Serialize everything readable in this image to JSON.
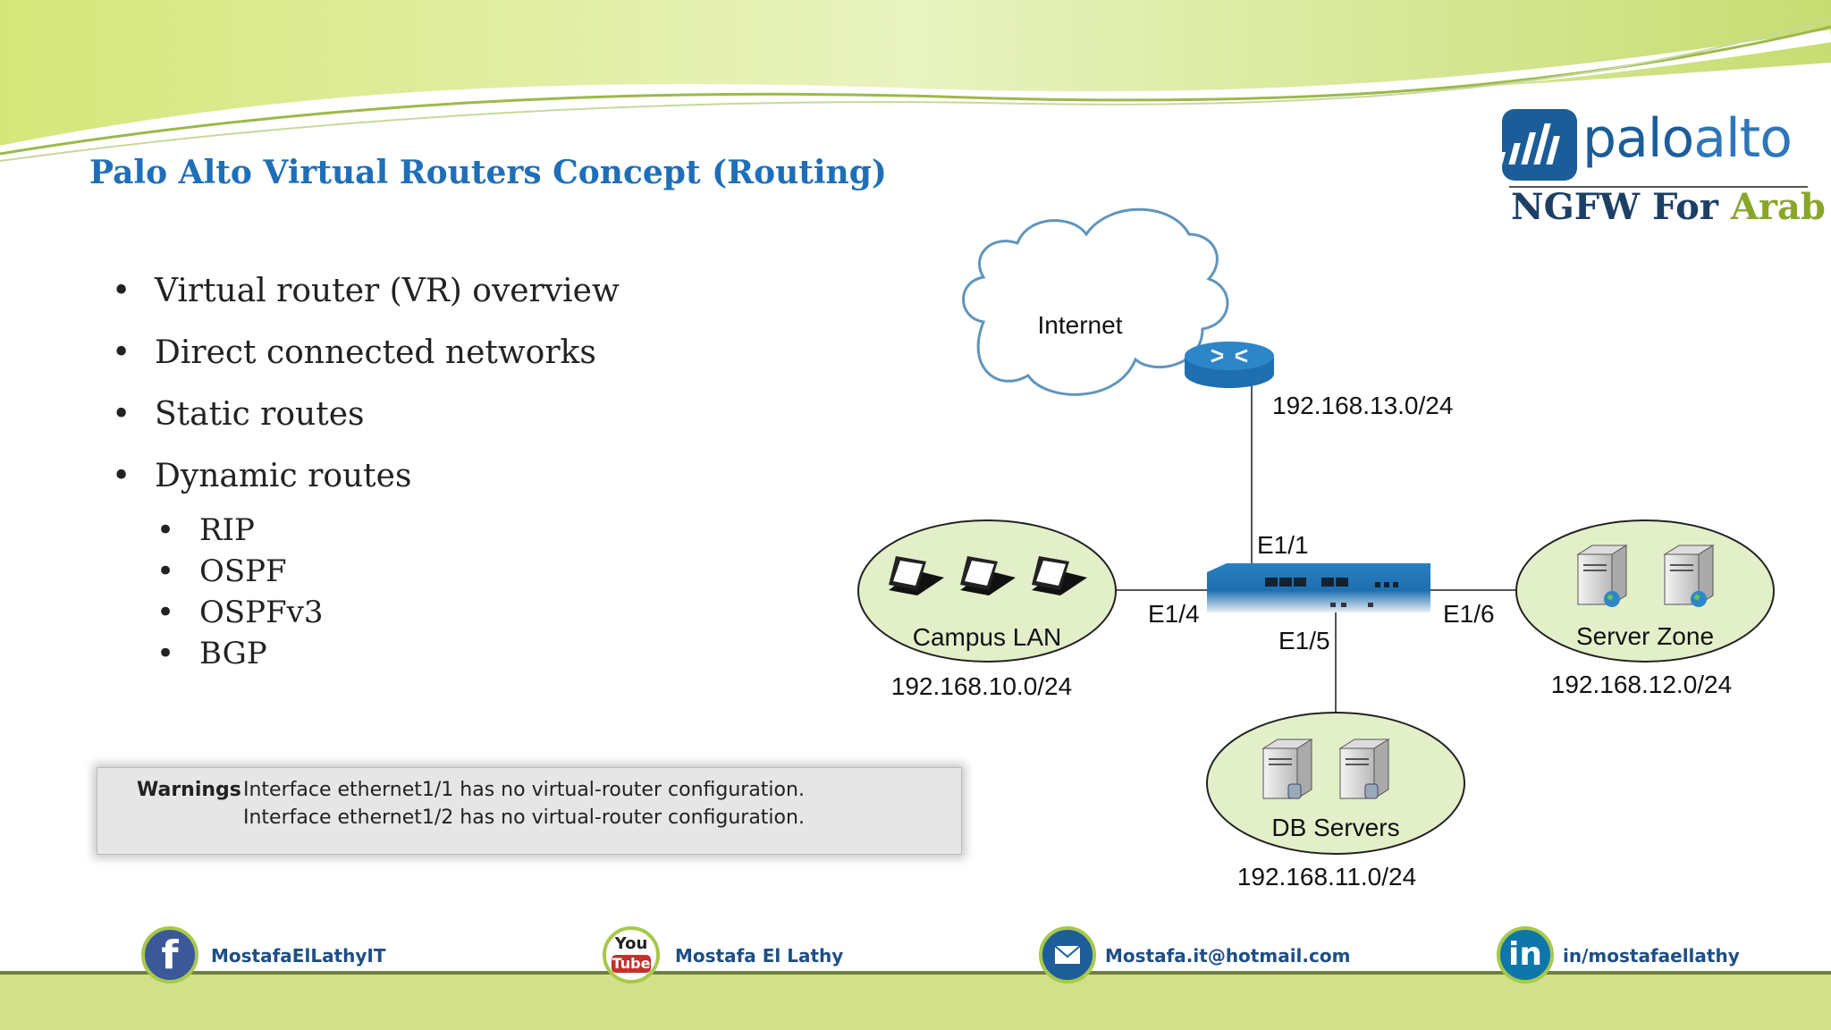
{
  "title": "Palo Alto Virtual Routers Concept (Routing)",
  "logo": {
    "brand_part1": "palo",
    "brand_part2": "alto",
    "sub_part1": "NGFW For ",
    "sub_part2": "Arab"
  },
  "bullets": [
    "Virtual router (VR) overview",
    "Direct connected networks",
    "Static routes",
    "Dynamic routes"
  ],
  "sub_bullets": [
    "RIP",
    "OSPF",
    "OSPFv3",
    "BGP"
  ],
  "warning": {
    "label": "Warnings",
    "messages": [
      "Interface ethernet1/1 has no virtual-router configuration.",
      "Interface ethernet1/2 has no virtual-router configuration."
    ]
  },
  "diagram": {
    "internet_label": "Internet",
    "wan_subnet": "192.168.13.0/24",
    "interfaces": {
      "e1_1": "E1/1",
      "e1_4": "E1/4",
      "e1_5": "E1/5",
      "e1_6": "E1/6"
    },
    "zones": {
      "campus": {
        "label": "Campus LAN",
        "subnet": "192.168.10.0/24"
      },
      "server": {
        "label": "Server Zone",
        "subnet": "192.168.12.0/24"
      },
      "db": {
        "label": "DB Servers",
        "subnet": "192.168.11.0/24"
      }
    }
  },
  "footer": {
    "facebook": "MostafaElLathyIT",
    "youtube": "Mostafa El Lathy",
    "youtube_icon_line1": "You",
    "youtube_icon_line2": "Tube",
    "email": "Mostafa.it@hotmail.com",
    "linkedin": "in/mostafaellathy",
    "linkedin_icon": "in"
  },
  "colors": {
    "title": "#1f6fb8",
    "accent_green": "#a7c84a",
    "zone_fill": "#e3efc9",
    "device_blue": "#1e6fb0"
  }
}
